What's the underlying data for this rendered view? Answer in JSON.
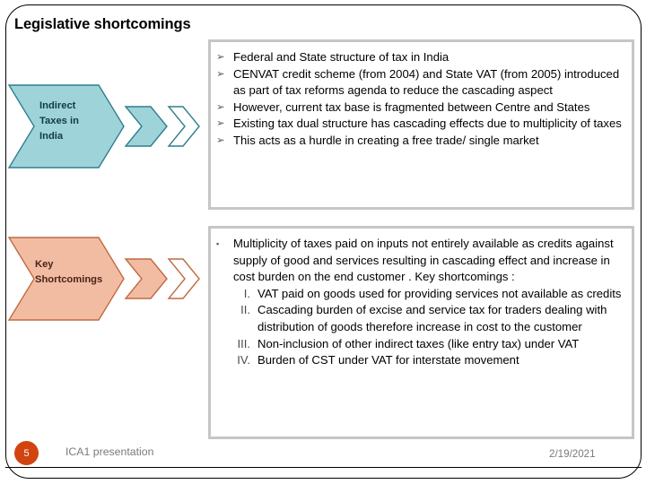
{
  "slide": {
    "title": "Legislative shortcomings",
    "accent_teal": "#9FD3DA",
    "accent_teal_border": "#2E7F8C",
    "accent_salmon": "#F2BCA3",
    "accent_salmon_border": "#C06A42",
    "border_color": "#000000",
    "frame_color": "#C6C6C6"
  },
  "chevrons": [
    {
      "name": "indirect-taxes-in-india",
      "label": "Indirect\nTaxes in\nIndia",
      "label_line1": "Indirect",
      "label_line2": "Taxes in",
      "label_line3": "India",
      "fill": "#9FD3DA",
      "stroke": "#2E7F8C",
      "small_fill": "#9FD3DA",
      "empty_fill": "#FFFFFF"
    },
    {
      "name": "key-shortcomings",
      "label": "Key\nShortcomings",
      "label_line1": "Key",
      "label_line2": "Shortcomings",
      "label_line3": "",
      "fill": "#F2BCA3",
      "stroke": "#C06A42",
      "small_fill": "#F2BCA3",
      "empty_fill": "#FFFFFF"
    }
  ],
  "textbox1": {
    "bullet_glyph": "➢",
    "items": [
      "Federal and State structure of tax in India",
      "CENVAT credit scheme (from 2004) and State VAT (from 2005) introduced as part of tax reforms agenda  to reduce the cascading  aspect",
      "However, current tax base is fragmented between Centre and States",
      "Existing tax dual structure has cascading effects due to multiplicity of taxes",
      "This acts as a hurdle in creating a free trade/ single market"
    ]
  },
  "textbox2": {
    "bullet_glyph": "▪",
    "lead": "Multiplicity of taxes paid on inputs  not entirely available as credits  against supply of  good and services  resulting in cascading effect and increase in cost burden on the end customer .  Key shortcomings :",
    "sub_items": [
      {
        "numeral": "I.",
        "text": "VAT paid on goods used for providing  services not available as credits"
      },
      {
        "numeral": "II.",
        "text": "Cascading burden of excise and service tax for  traders dealing with distribution of goods therefore increase in cost to the customer"
      },
      {
        "numeral": "III.",
        "text": "Non-inclusion of other indirect taxes (like entry tax) under VAT"
      },
      {
        "numeral": "IV.",
        "text": "Burden of CST under VAT for interstate movement"
      }
    ]
  },
  "footer": {
    "slide_number": "5",
    "presentation_name": "ICA1 presentation",
    "date": "2/19/2021",
    "slide_number_bg": "#D2440F"
  }
}
